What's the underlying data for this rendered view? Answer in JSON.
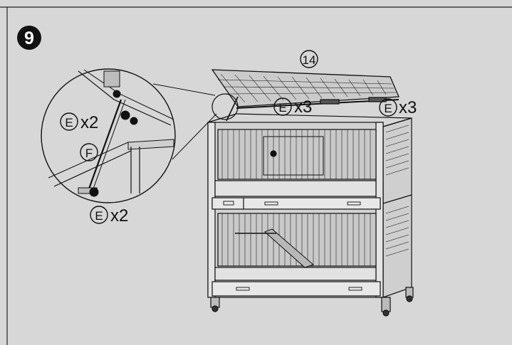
{
  "step": {
    "number": "9"
  },
  "callouts": {
    "lid_part": "14",
    "screw_letter": "E",
    "hinge_count": "x3",
    "detail_top": "x2",
    "bar_letter": "F",
    "detail_bottom": "x2"
  },
  "colors": {
    "background": "#d7d7d7",
    "line": "#111111",
    "step_badge": "#111111"
  }
}
